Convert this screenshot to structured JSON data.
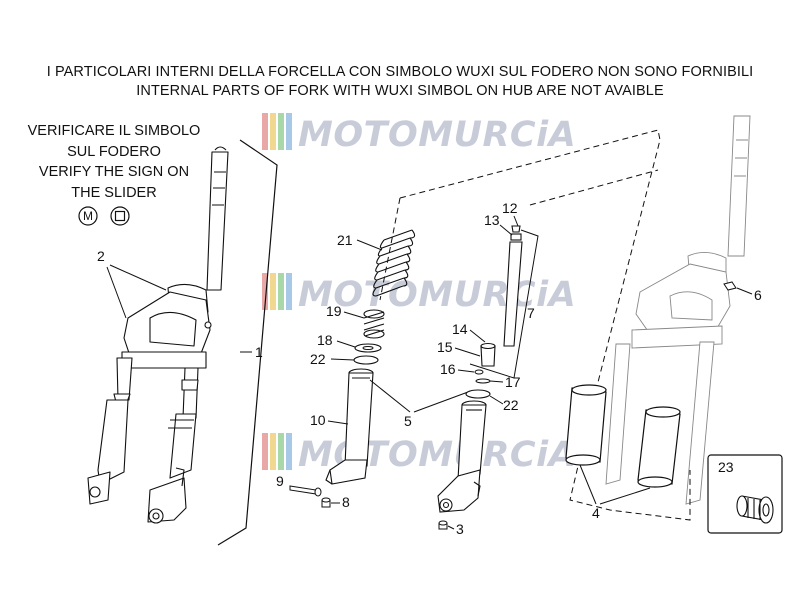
{
  "header": {
    "line_it": "I PARTICOLARI INTERNI DELLA FORCELLA CON SIMBOLO WUXI SUL FODERO NON SONO FORNIBILI",
    "line_en": "INTERNAL PARTS OF FORK WITH WUXI SIMBOL ON HUB ARE NOT AVAIBLE"
  },
  "note": {
    "it_1": "VERIFICARE IL SIMBOLO",
    "it_2": "SUL FODERO",
    "en_1": "VERIFY THE SIGN ON",
    "en_2": "THE SLIDER",
    "symbol_m": "M"
  },
  "watermark": {
    "text": "MOTOMURCiA",
    "stripe_colors": [
      "#e8a8a8",
      "#f0d890",
      "#a8d8a8",
      "#a8c8e8"
    ]
  },
  "callouts": {
    "c1": "1",
    "c2": "2",
    "c3": "3",
    "c4": "4",
    "c5": "5",
    "c6": "6",
    "c7": "7",
    "c8": "8",
    "c9": "9",
    "c10": "10",
    "c12": "12",
    "c13": "13",
    "c14": "14",
    "c15": "15",
    "c16": "16",
    "c17": "17",
    "c18": "18",
    "c19": "19",
    "c21": "21",
    "c22a": "22",
    "c22b": "22",
    "c23": "23"
  }
}
